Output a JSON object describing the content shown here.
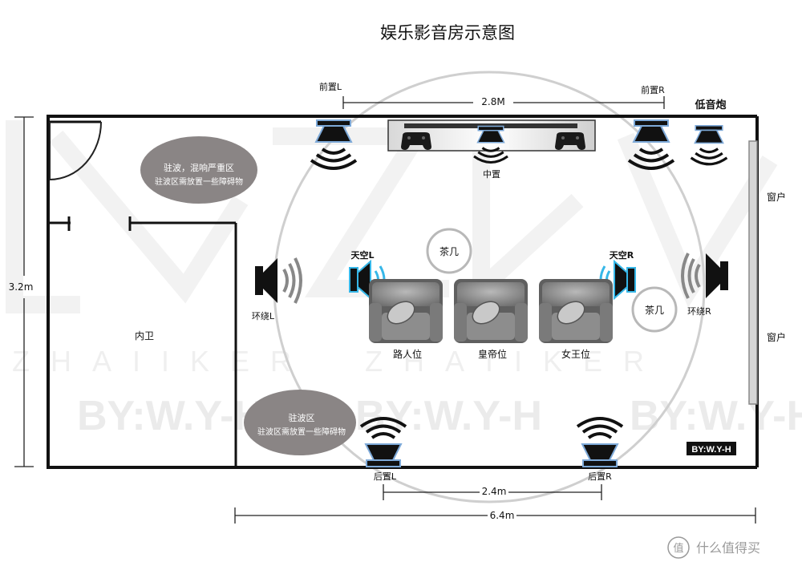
{
  "title": "娱乐影音房示意图",
  "speakers": {
    "front_l": "前置L",
    "front_r": "前置R",
    "subwoofer": "低音炮",
    "center": "中置",
    "height_l": "天空L",
    "height_r": "天空R",
    "surround_l": "环绕L",
    "surround_r": "环绕R",
    "rear_l": "后置L",
    "rear_r": "后置R"
  },
  "dimensions": {
    "front_spacing": "2.8M",
    "rear_spacing": "2.4m",
    "room_length": "6.4m",
    "room_width": "3.2m"
  },
  "zones": {
    "standing_wave_top": [
      "驻波，混响严重区",
      "驻波区需放置一些障碍物"
    ],
    "standing_wave_bottom": [
      "驻波区",
      "驻波区需放置一些障碍物"
    ],
    "bathroom": "内卫"
  },
  "furniture": {
    "tea_table_1": "茶几",
    "tea_table_2": "茶几",
    "seats": [
      "路人位",
      "皇帝位",
      "女王位"
    ]
  },
  "windows": [
    "窗户",
    "窗户"
  ],
  "watermark": {
    "letters": "ZHAIIKER",
    "byline": "BY:W.Y-H",
    "badge": "BY:W.Y-H",
    "site_glyph": "值",
    "site_name": "什么值得买"
  },
  "colors": {
    "wall": "#111111",
    "zone_fill": "#8a8585",
    "speaker_glow": "#7da9d8",
    "accent_glow": "#36b7e8"
  }
}
